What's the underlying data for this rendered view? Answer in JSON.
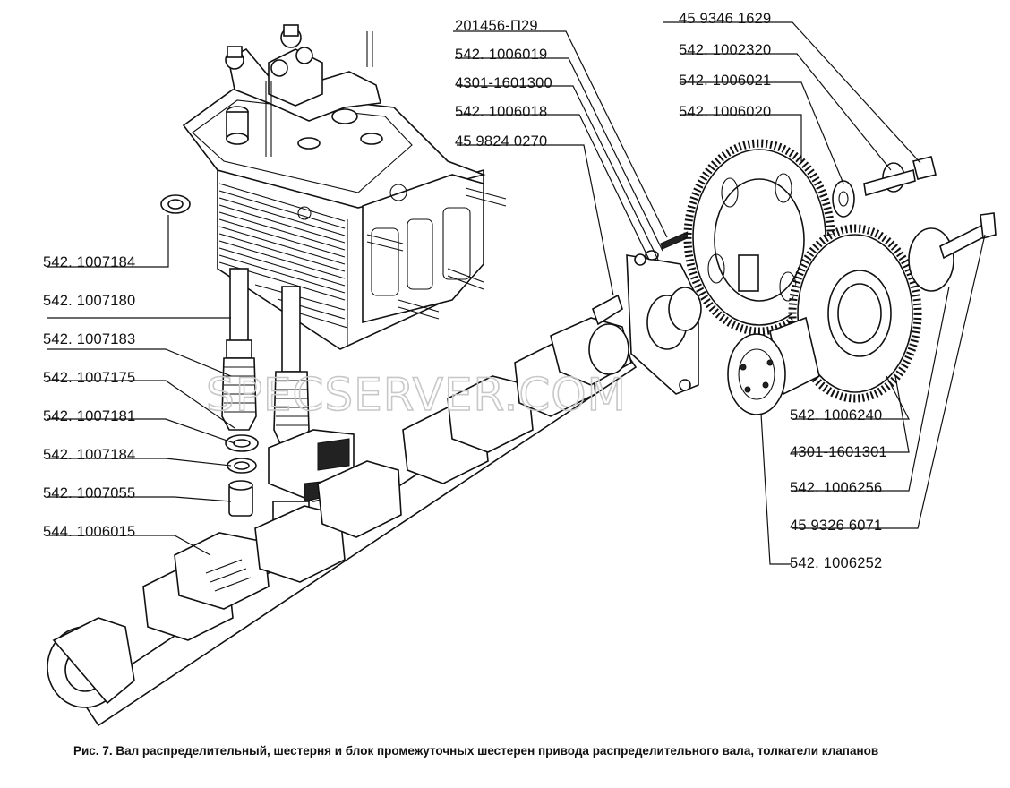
{
  "diagram": {
    "watermark": "SPECSERVER.COM",
    "caption": "Рис. 7. Вал распределительный, шестерня и блок промежуточных шестерен привода распределительного вала, толкатели клапанов",
    "labels_left": [
      {
        "id": "l1",
        "text": "542. 1007184"
      },
      {
        "id": "l2",
        "text": "542. 1007180"
      },
      {
        "id": "l3",
        "text": "542. 1007183"
      },
      {
        "id": "l4",
        "text": "542. 1007175"
      },
      {
        "id": "l5",
        "text": "542. 1007181"
      },
      {
        "id": "l6",
        "text": "542. 1007184"
      },
      {
        "id": "l7",
        "text": "542. 1007055"
      },
      {
        "id": "l8",
        "text": "544. 1006015"
      }
    ],
    "labels_top": [
      {
        "id": "t1",
        "text": "201456-П29"
      },
      {
        "id": "t2",
        "text": "542. 1006019"
      },
      {
        "id": "t3",
        "text": "4301-1601300"
      },
      {
        "id": "t4",
        "text": "542. 1006018"
      },
      {
        "id": "t5",
        "text": "45 9824 0270"
      }
    ],
    "labels_right_top": [
      {
        "id": "r1",
        "text": "45 9346 1629"
      },
      {
        "id": "r2",
        "text": "542. 1002320"
      },
      {
        "id": "r3",
        "text": "542. 1006021"
      },
      {
        "id": "r4",
        "text": "542. 1006020"
      }
    ],
    "labels_right_bottom": [
      {
        "id": "b1",
        "text": "542. 1006240"
      },
      {
        "id": "b2",
        "text": "4301-1601301"
      },
      {
        "id": "b3",
        "text": "542. 1006256"
      },
      {
        "id": "b4",
        "text": "45 9326 6071"
      },
      {
        "id": "b5",
        "text": "542. 1006252"
      }
    ]
  }
}
